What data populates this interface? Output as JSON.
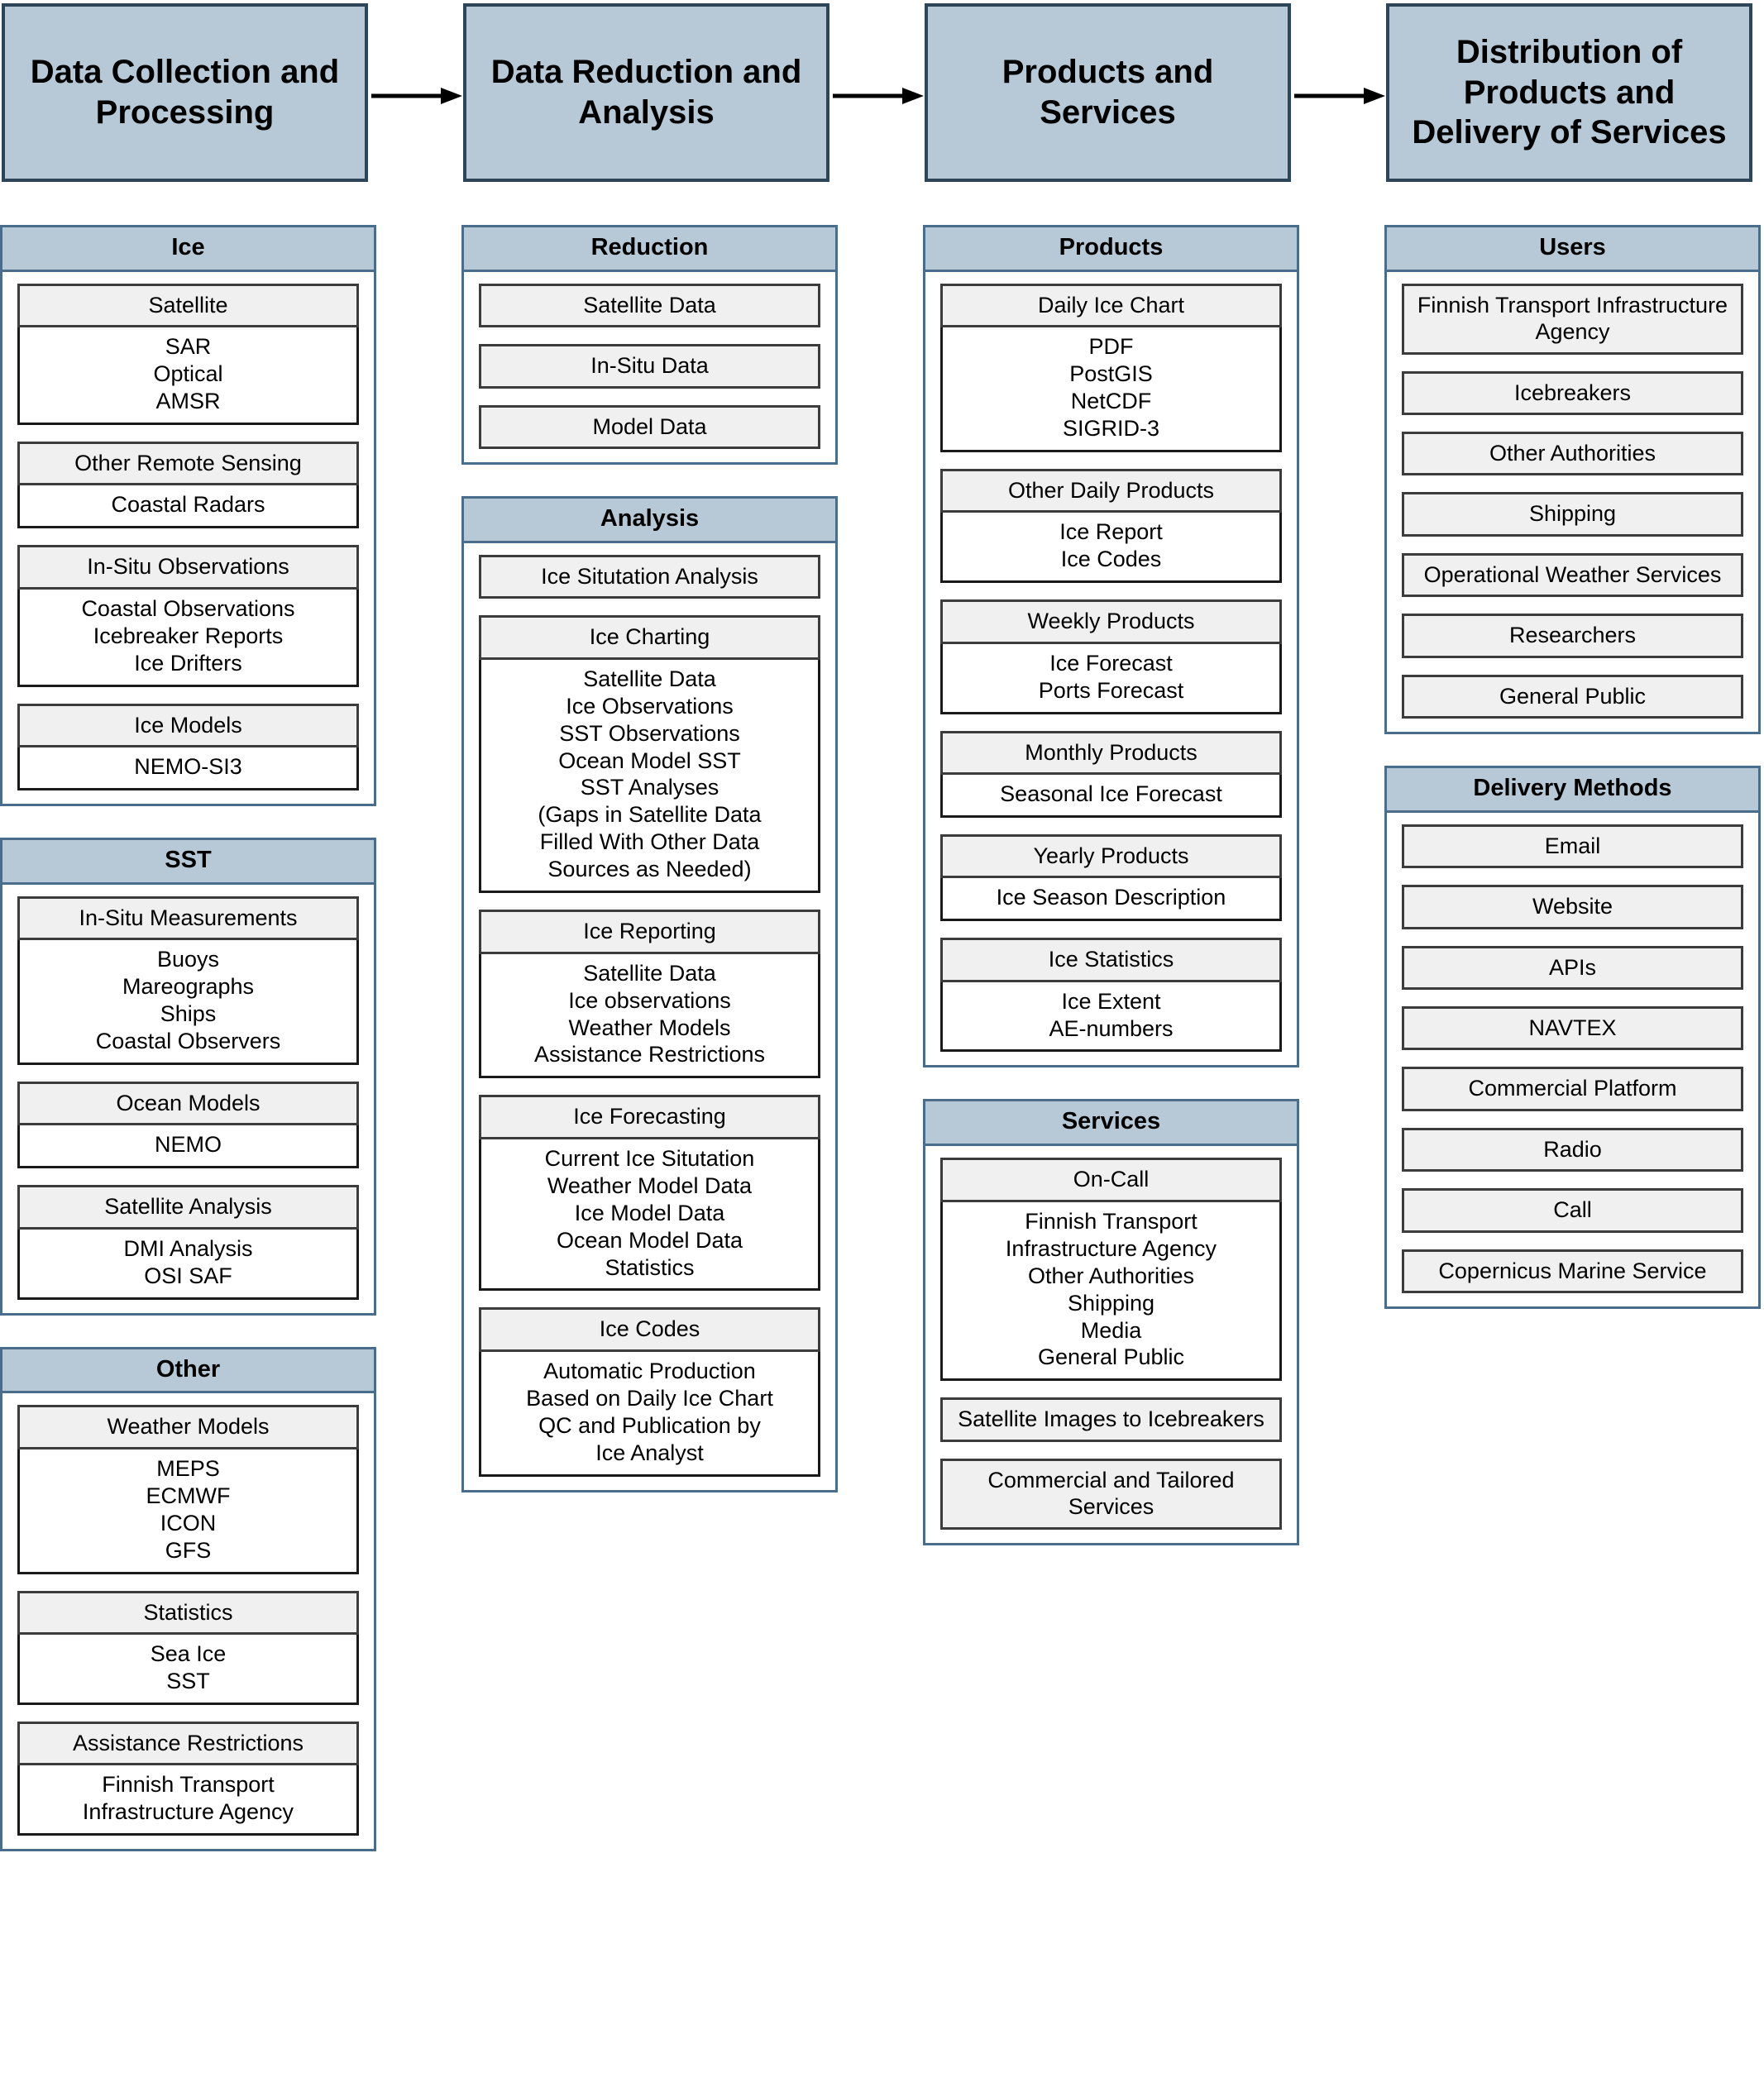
{
  "flow": {
    "stages": [
      "Data Collection and Processing",
      "Data Reduction and Analysis",
      "Products and Services",
      "Distribution of Products and Delivery of Services"
    ],
    "arrow_icon": "right-arrow-icon",
    "header_fill": "#b7c8d6",
    "header_border": "#2e4559"
  },
  "columns": [
    {
      "id": "col1",
      "groups": [
        {
          "title": "Ice",
          "items": [
            {
              "head": "Satellite",
              "lines": [
                "SAR",
                "Optical",
                "AMSR"
              ]
            },
            {
              "head": "Other Remote Sensing",
              "lines": [
                "Coastal Radars"
              ]
            },
            {
              "head": "In-Situ Observations",
              "lines": [
                "Coastal Observations",
                "Icebreaker Reports",
                "Ice Drifters"
              ]
            },
            {
              "head": "Ice Models",
              "lines": [
                "NEMO-SI3"
              ]
            }
          ]
        },
        {
          "title": "SST",
          "items": [
            {
              "head": "In-Situ Measurements",
              "lines": [
                "Buoys",
                "Mareographs",
                "Ships",
                "Coastal Observers"
              ]
            },
            {
              "head": "Ocean Models",
              "lines": [
                "NEMO"
              ]
            },
            {
              "head": "Satellite Analysis",
              "lines": [
                "DMI Analysis",
                "OSI SAF"
              ]
            }
          ]
        },
        {
          "title": "Other",
          "items": [
            {
              "head": "Weather Models",
              "lines": [
                "MEPS",
                "ECMWF",
                "ICON",
                "GFS"
              ]
            },
            {
              "head": "Statistics",
              "lines": [
                "Sea Ice",
                "SST"
              ]
            },
            {
              "head": "Assistance Restrictions",
              "lines": [
                "Finnish Transport",
                "Infrastructure Agency"
              ]
            }
          ]
        }
      ]
    },
    {
      "id": "col2",
      "groups": [
        {
          "title": "Reduction",
          "items": [
            {
              "head": "Satellite Data",
              "lines": []
            },
            {
              "head": "In-Situ Data",
              "lines": []
            },
            {
              "head": "Model Data",
              "lines": []
            }
          ]
        },
        {
          "title": "Analysis",
          "items": [
            {
              "head": "Ice Situtation Analysis",
              "lines": []
            },
            {
              "head": "Ice Charting",
              "lines": [
                "Satellite Data",
                "Ice Observations",
                "SST Observations",
                "Ocean Model SST",
                "SST Analyses",
                "(Gaps in Satellite Data",
                "Filled With Other Data",
                "Sources as Needed)"
              ]
            },
            {
              "head": "Ice Reporting",
              "lines": [
                "Satellite Data",
                "Ice observations",
                "Weather Models",
                "Assistance Restrictions"
              ]
            },
            {
              "head": "Ice Forecasting",
              "lines": [
                "Current Ice Situtation",
                "Weather Model Data",
                "Ice Model Data",
                "Ocean Model Data",
                "Statistics"
              ]
            },
            {
              "head": "Ice Codes",
              "lines": [
                "Automatic Production",
                "Based on Daily Ice Chart",
                "QC and Publication by",
                "Ice Analyst"
              ]
            }
          ]
        }
      ]
    },
    {
      "id": "col3",
      "groups": [
        {
          "title": "Products",
          "items": [
            {
              "head": "Daily Ice Chart",
              "lines": [
                "PDF",
                "PostGIS",
                "NetCDF",
                "SIGRID-3"
              ]
            },
            {
              "head": "Other Daily Products",
              "lines": [
                "Ice Report",
                "Ice Codes"
              ]
            },
            {
              "head": "Weekly Products",
              "lines": [
                "Ice Forecast",
                "Ports Forecast"
              ]
            },
            {
              "head": "Monthly Products",
              "lines": [
                "Seasonal Ice Forecast"
              ]
            },
            {
              "head": "Yearly Products",
              "lines": [
                "Ice Season Description"
              ]
            },
            {
              "head": "Ice Statistics",
              "lines": [
                "Ice Extent",
                "AE-numbers"
              ]
            }
          ]
        },
        {
          "title": "Services",
          "items": [
            {
              "head": "On-Call",
              "lines": [
                "Finnish Transport",
                "Infrastructure Agency",
                "Other Authorities",
                "Shipping",
                "Media",
                "General Public"
              ]
            },
            {
              "head": "Satellite Images to Icebreakers",
              "lines": []
            },
            {
              "head": "Commercial and Tailored Services",
              "lines": []
            }
          ]
        }
      ]
    },
    {
      "id": "col4",
      "groups": [
        {
          "title": "Users",
          "items": [
            {
              "head": "Finnish Transport Infrastructure Agency",
              "lines": []
            },
            {
              "head": "Icebreakers",
              "lines": []
            },
            {
              "head": "Other Authorities",
              "lines": []
            },
            {
              "head": "Shipping",
              "lines": []
            },
            {
              "head": "Operational Weather Services",
              "lines": []
            },
            {
              "head": "Researchers",
              "lines": []
            },
            {
              "head": "General Public",
              "lines": []
            }
          ]
        },
        {
          "title": "Delivery Methods",
          "items": [
            {
              "head": "Email",
              "lines": []
            },
            {
              "head": "Website",
              "lines": []
            },
            {
              "head": "APIs",
              "lines": []
            },
            {
              "head": "NAVTEX",
              "lines": []
            },
            {
              "head": "Commercial Platform",
              "lines": []
            },
            {
              "head": "Radio",
              "lines": []
            },
            {
              "head": "Call",
              "lines": []
            },
            {
              "head": "Copernicus Marine Service",
              "lines": []
            }
          ]
        }
      ]
    }
  ],
  "colors": {
    "header_blue": "#b7c8d6",
    "panel_border_blue": "#4a6d8c",
    "subhead_gray": "#f0f0f0",
    "subhead_border": "#3c3c3c",
    "body_border": "#1a1a1a",
    "background": "#ffffff"
  }
}
